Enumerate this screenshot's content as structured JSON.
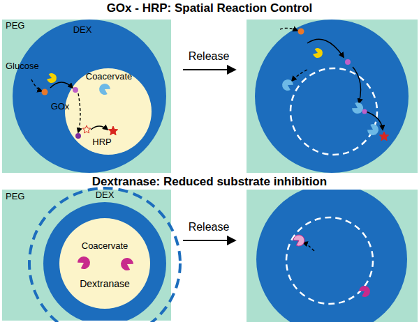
{
  "diagram": {
    "nodes": [
      {
        "text": [
          "PEG",
          "Glucose"
        ]
      },
      {
        "text": [
          "DEX",
          "GOx"
        ],
        "in": 0
      },
      {
        "text": [
          "Coacervate",
          "HRP"
        ],
        "in": 1
      },
      {
        "text": [
          "PEG"
        ]
      },
      {
        "text": [
          "DEX"
        ],
        "in": 3
      },
      {
        "text": [
          "Coacervate",
          "Dextranase"
        ],
        "in": 4
      }
    ],
    "labels": [
      "GOx - HRP: Spatial Reaction Control",
      "Release",
      "Dextranase: Reduced substrate inhibition",
      "Release"
    ]
  }
}
